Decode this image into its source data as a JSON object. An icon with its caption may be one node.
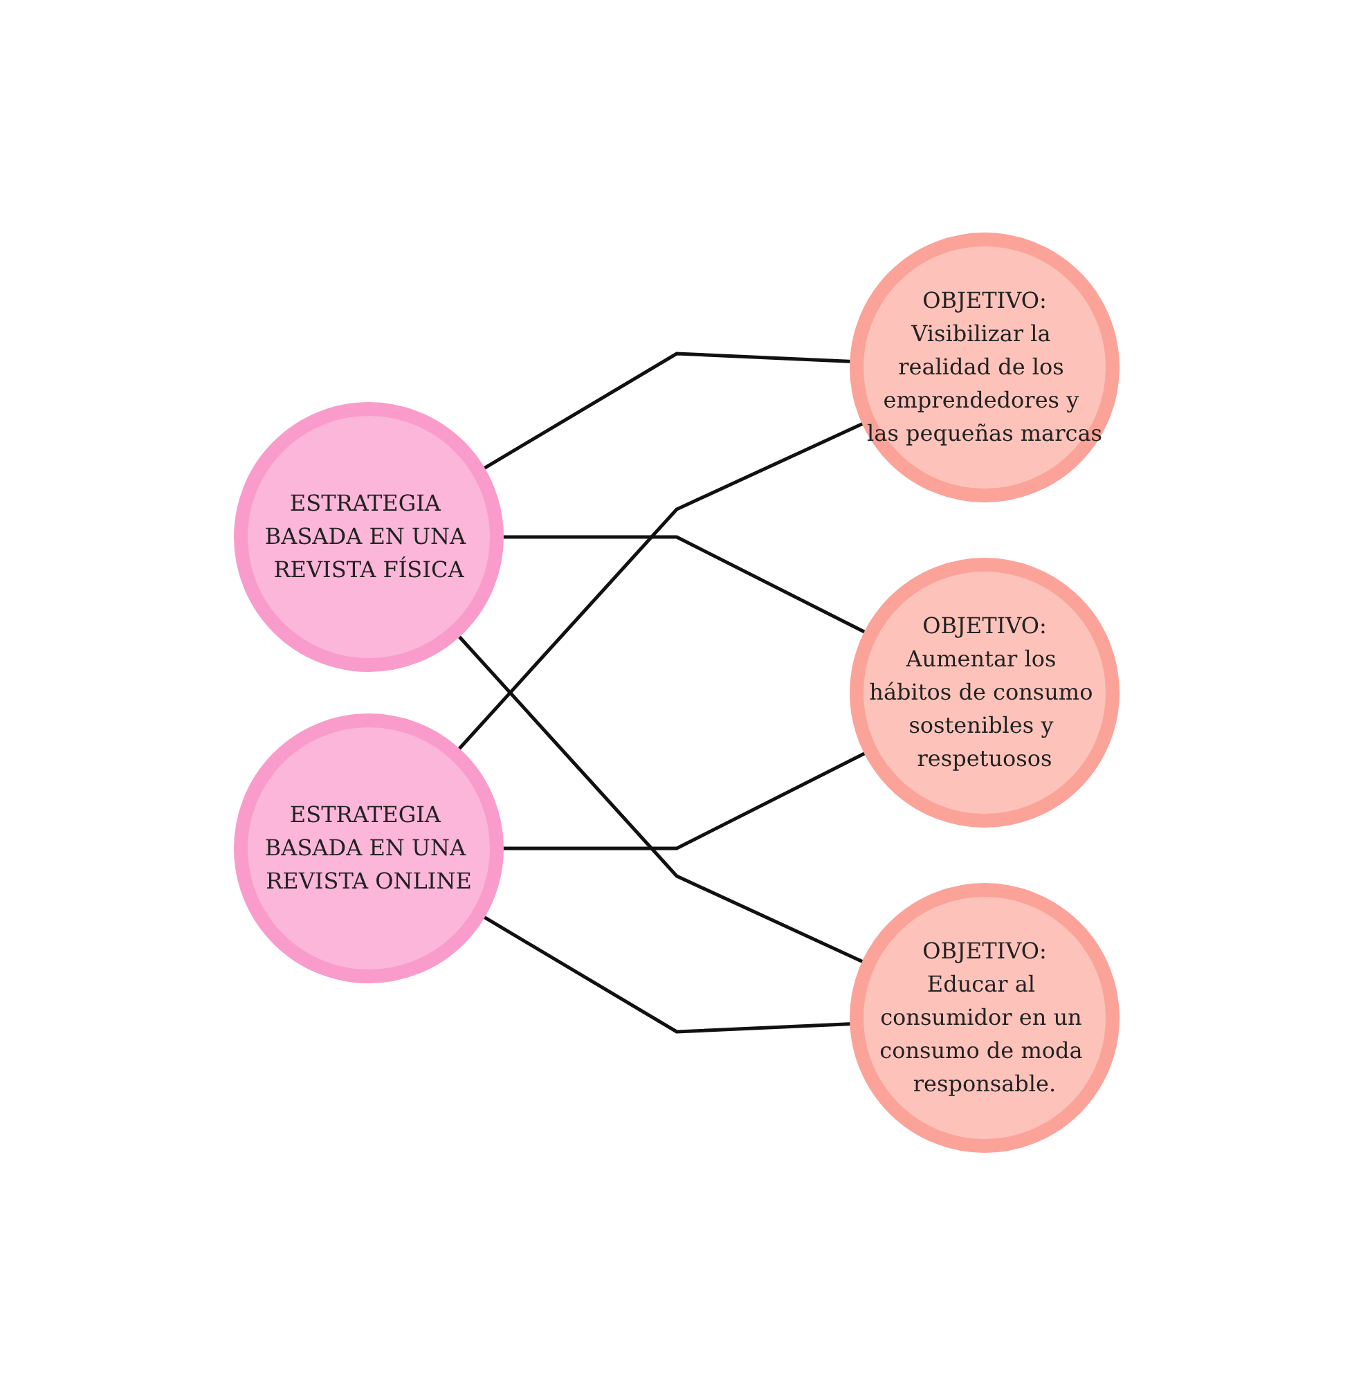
{
  "diagram": {
    "nodes": [
      {
        "text": [
          "ESTRATEGIA BASADA EN UNA REVISTA FÍSICA"
        ]
      },
      {
        "text": [
          "ESTRATEGIA BASADA EN UNA REVISTA ONLINE"
        ]
      },
      {
        "text": [
          "OBJETIVO:",
          "Visibilizar la realidad de los emprendedores y las pequeñas marcas"
        ]
      },
      {
        "text": [
          "OBJETIVO:",
          "Aumentar los hábitos de consumo sostenibles y respetuosos"
        ]
      },
      {
        "text": [
          "OBJETIVO:",
          "Educar al consumidor en un consumo de moda responsable."
        ]
      }
    ],
    "edges": [
      {
        "from": 0,
        "to": 2,
        "arrow": "none"
      },
      {
        "from": 0,
        "to": 3,
        "arrow": "none"
      },
      {
        "from": 0,
        "to": 4,
        "arrow": "none"
      },
      {
        "from": 1,
        "to": 2,
        "arrow": "none"
      },
      {
        "from": 1,
        "to": 3,
        "arrow": "none"
      },
      {
        "from": 1,
        "to": 4,
        "arrow": "none"
      }
    ]
  }
}
